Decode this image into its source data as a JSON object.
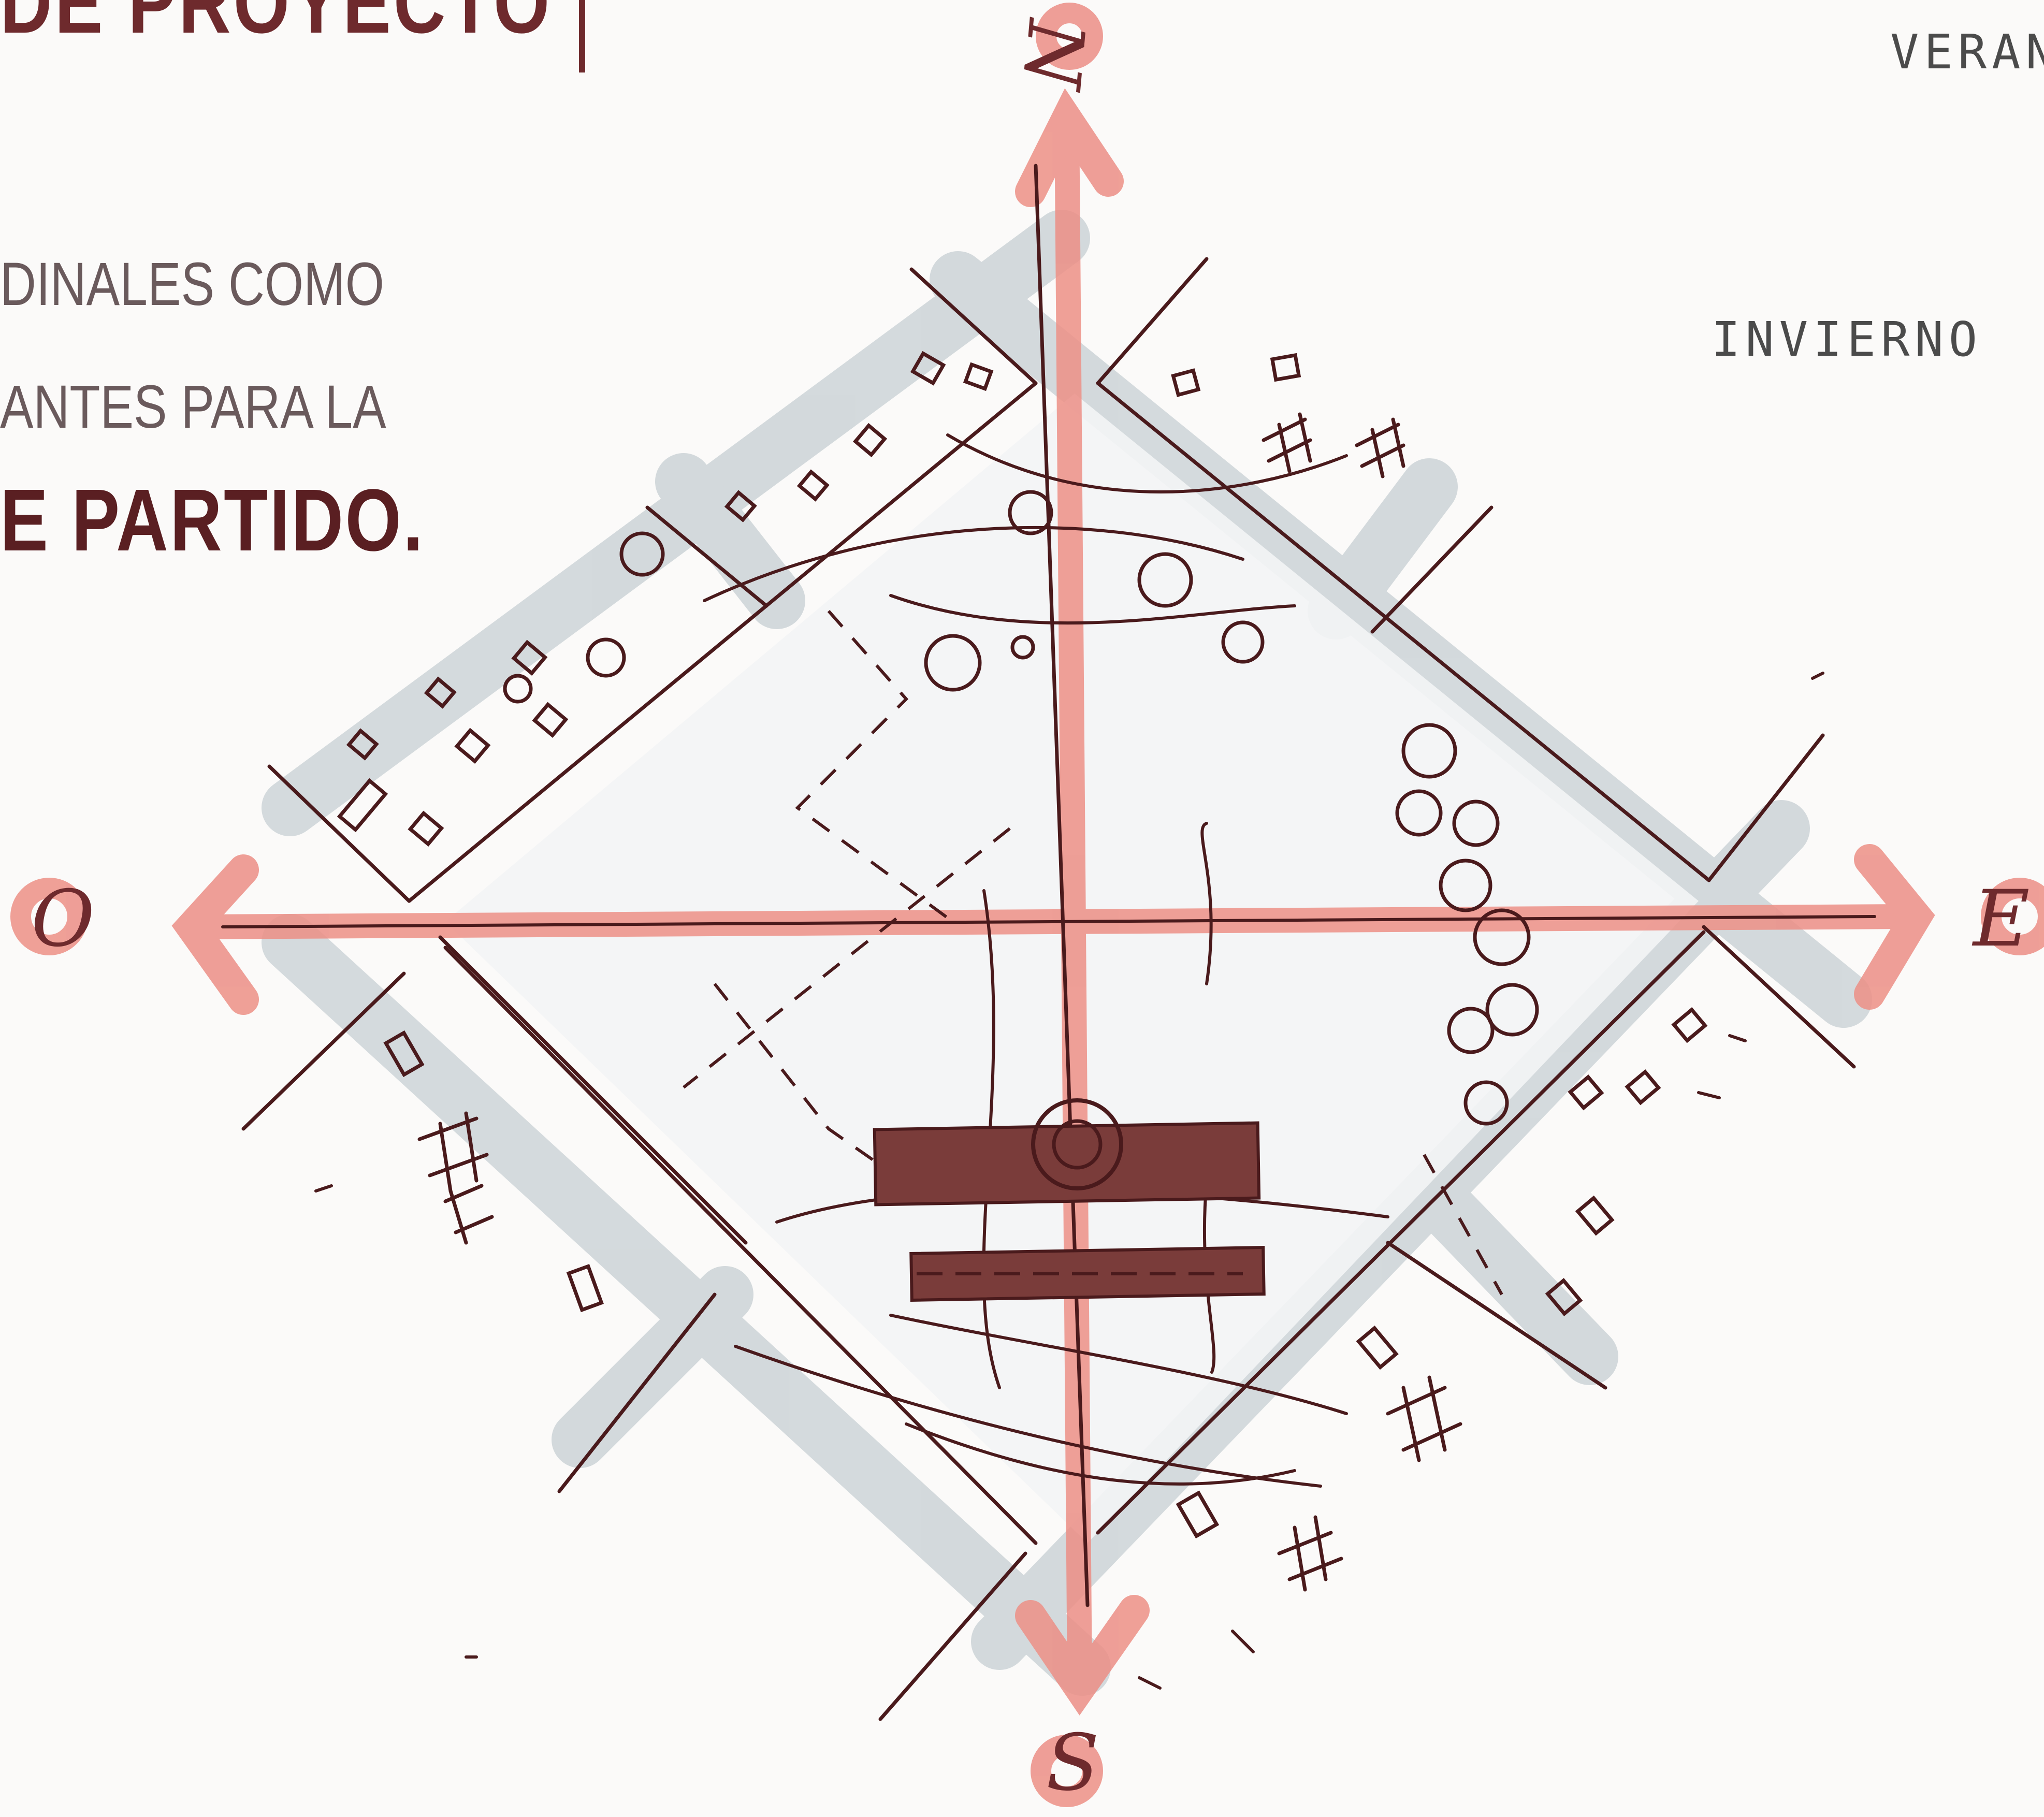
{
  "header": {
    "title": "DE PROYECTO"
  },
  "intro": {
    "line1": "DINALES COMO",
    "line2": "ANTES PARA LA",
    "line3": "E PARTIDO."
  },
  "seasons": {
    "verano": "VERAN",
    "invierno": "INVIERNO"
  },
  "compass": {
    "north": "N",
    "south": "S",
    "west": "O",
    "east": "E"
  },
  "colors": {
    "accent_red": "#ec8f86",
    "ink": "#4a1a1c",
    "road_gray": "#cfd6d9",
    "building": "#7a3c3a",
    "title_maroon": "#6e2a2d"
  }
}
